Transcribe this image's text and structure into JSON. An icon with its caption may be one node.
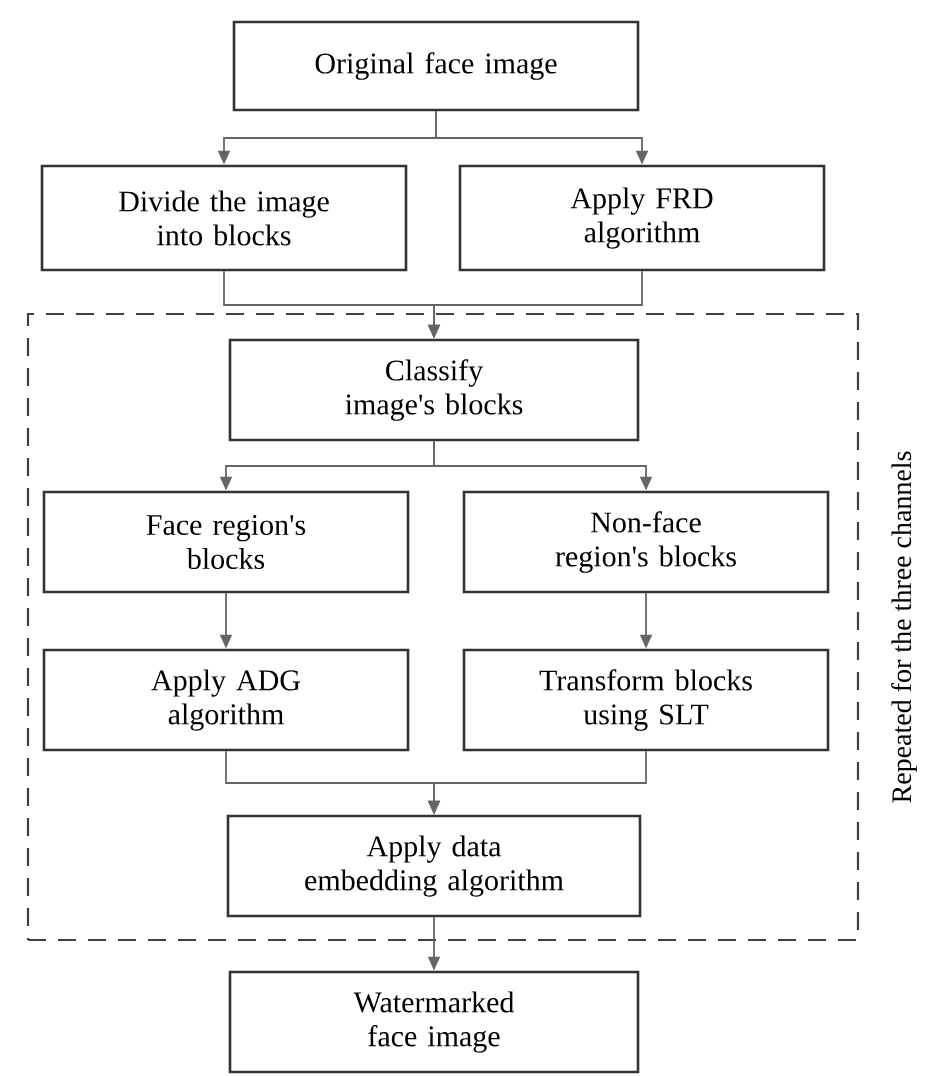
{
  "diagram": {
    "nodes": [
      {
        "text": [
          "Original face image"
        ]
      },
      {
        "text": [
          "Divide the image into blocks"
        ]
      },
      {
        "text": [
          "Apply FRD algorithm"
        ]
      },
      {
        "text": [
          "Repeated for the three channels"
        ]
      },
      {
        "text": [
          "Classify image's blocks"
        ],
        "in": 3
      },
      {
        "text": [
          "Face region's blocks"
        ],
        "in": 3
      },
      {
        "text": [
          "Non-face region's blocks"
        ],
        "in": 3
      },
      {
        "text": [
          "Apply ADG algorithm"
        ],
        "in": 3
      },
      {
        "text": [
          "Transform blocks using SLT"
        ],
        "in": 3
      },
      {
        "text": [
          "Apply data embedding algorithm"
        ],
        "in": 3
      },
      {
        "text": [
          "Watermarked face image"
        ]
      }
    ],
    "edges": [
      {
        "from": 0,
        "to": 1,
        "arrow": "to"
      },
      {
        "from": 0,
        "to": 2,
        "arrow": "to"
      },
      {
        "from": 1,
        "to": 4,
        "arrow": "to"
      },
      {
        "from": 2,
        "to": 4,
        "arrow": "to"
      },
      {
        "from": 4,
        "to": 5,
        "arrow": "to"
      },
      {
        "from": 4,
        "to": 6,
        "arrow": "to"
      },
      {
        "from": 5,
        "to": 7,
        "arrow": "to"
      },
      {
        "from": 6,
        "to": 8,
        "arrow": "to"
      },
      {
        "from": 7,
        "to": 9,
        "arrow": "to"
      },
      {
        "from": 8,
        "to": 9,
        "arrow": "to"
      },
      {
        "from": 9,
        "to": 10,
        "arrow": "to"
      }
    ]
  }
}
